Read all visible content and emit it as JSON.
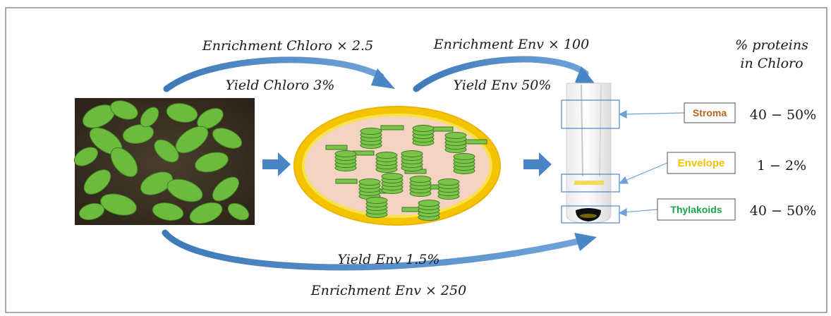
{
  "top_left_label": {
    "enrichment": "Enrichment Chloro × 2.5",
    "yield": "Yield Chloro 3%"
  },
  "top_right_label": {
    "enrichment": "Enrichment Env × 100",
    "yield": "Yield Env 50%"
  },
  "bottom_label": {
    "yield": "Yield Env 1.5%",
    "enrichment": "Enrichment Env × 250"
  },
  "proteins_header": {
    "line1": "% proteins",
    "line2": "in Chloro"
  },
  "fractions": [
    {
      "name": "Stroma",
      "value": "40 − 50%",
      "color": "#b5651d"
    },
    {
      "name": "Envelope",
      "value": "1 − 2%",
      "color": "#f2c200"
    },
    {
      "name": "Thylakoids",
      "value": "40 − 50%",
      "color": "#1aa34a"
    }
  ],
  "colors": {
    "arrow": "#4a86c5",
    "leaf": "#6dbb3c",
    "soil": "#3a3124",
    "chloroplast_outer": "#f5c400",
    "chloroplast_inner": "#f4d3c2",
    "grana": "#7bc44a"
  }
}
